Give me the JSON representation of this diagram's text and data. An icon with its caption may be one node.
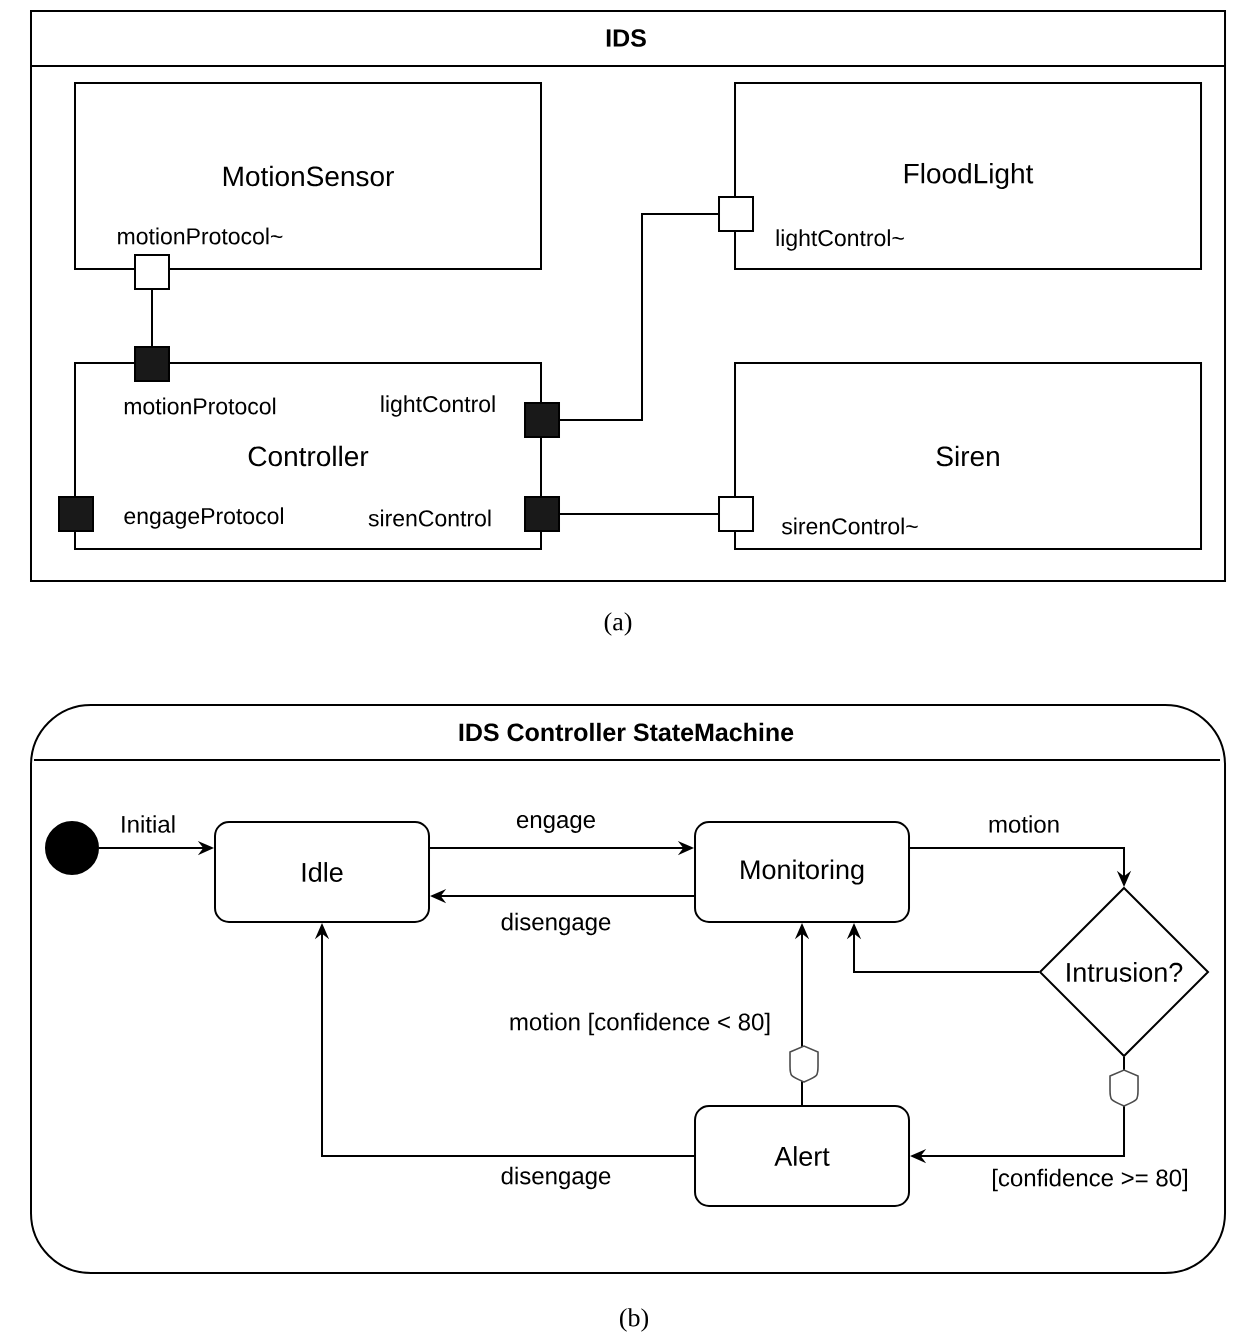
{
  "diagram": {
    "nodes": [
      {
        "text": [
          "IDS"
        ]
      },
      {
        "text": [
          "MotionSensor"
        ],
        "in": 0
      },
      {
        "text": [
          "FloodLight"
        ],
        "in": 0
      },
      {
        "text": [
          "Controller"
        ],
        "in": 0
      },
      {
        "text": [
          "Siren"
        ],
        "in": 0
      },
      {
        "text": [],
        "shape": "box",
        "in": 0
      },
      {
        "text": [],
        "shape": "box",
        "in": 0
      },
      {
        "text": [],
        "shape": "box",
        "in": 0
      },
      {
        "text": [],
        "shape": "box",
        "in": 0
      },
      {
        "text": [],
        "shape": "box",
        "in": 0
      },
      {
        "text": [],
        "shape": "box",
        "in": 0
      },
      {
        "text": [],
        "shape": "box",
        "in": 0
      },
      {
        "text": [
          "IDS Controller StateMachine"
        ]
      },
      {
        "text": [],
        "shape": "circle",
        "in": 12
      },
      {
        "text": [
          "Idle"
        ],
        "in": 12
      },
      {
        "text": [
          "Monitoring"
        ],
        "in": 12
      },
      {
        "text": [
          "Intrusion?"
        ],
        "in": 12
      },
      {
        "text": [
          "Alert"
        ],
        "in": 12
      }
    ],
    "edges": [
      {
        "from": 5,
        "to": 8,
        "arrow": "none"
      },
      {
        "from": 9,
        "to": 6,
        "arrow": "none"
      },
      {
        "from": 10,
        "to": 7,
        "arrow": "none"
      },
      {
        "from": 13,
        "to": 14,
        "arrow": "to",
        "label": "Initial"
      },
      {
        "from": 14,
        "to": 15,
        "arrow": "to",
        "label": "engage"
      },
      {
        "from": 15,
        "to": 14,
        "arrow": "to",
        "label": "disengage"
      },
      {
        "from": 15,
        "to": 16,
        "arrow": "to",
        "label": "motion"
      },
      {
        "from": 16,
        "to": 15,
        "arrow": "to"
      },
      {
        "from": 16,
        "to": 17,
        "arrow": "to",
        "label": "[confidence >= 80]"
      },
      {
        "from": 17,
        "to": 15,
        "arrow": "to",
        "label": "motion [confidence < 80]"
      },
      {
        "from": 17,
        "to": 14,
        "arrow": "to",
        "label": "disengage"
      }
    ],
    "labels": [
      "motionProtocol~",
      "lightControl~",
      "motionProtocol",
      "lightControl",
      "engageProtocol",
      "sirenControl",
      "sirenControl~",
      "(a)",
      "(b)"
    ]
  }
}
